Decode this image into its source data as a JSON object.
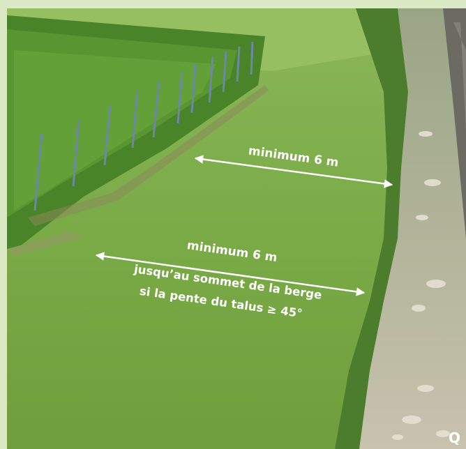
{
  "annotations": {
    "upper": {
      "text": "minimum 6 m"
    },
    "lower": {
      "text": "minimum 6 m",
      "note_line1": "jusqu’au sommet de la berge",
      "note_line2": "si la pente du talus ≥ 45°"
    }
  },
  "corner_letter": "Q",
  "colors": {
    "frame": "#dbe9c4",
    "grass": "#79a646",
    "vines": "#4f8a2a",
    "stream": "#b9b6a4",
    "wall": "#6f6f6a",
    "arrow": "#ffffff"
  }
}
